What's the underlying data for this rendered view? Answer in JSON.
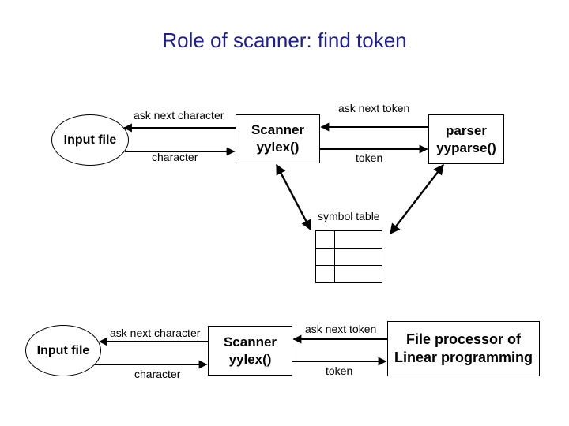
{
  "title": "Role of scanner: find token",
  "colors": {
    "title_text": "#1c1c9c",
    "diagram_lines": "#000000",
    "background": "#ffffff"
  },
  "top_diagram": {
    "input_file_label": "Input file",
    "scanner_box": {
      "line1": "Scanner",
      "line2": "yylex()"
    },
    "parser_box": {
      "line1": "parser",
      "line2": "yyparse()"
    },
    "labels": {
      "ask_next_character": "ask next character",
      "character": "character",
      "ask_next_token": "ask next token",
      "token": "token",
      "symbol_table": "symbol table"
    },
    "symbol_table_grid": {
      "rows": 3,
      "columns": 2
    }
  },
  "bottom_diagram": {
    "input_file_label": "Input file",
    "scanner_box": {
      "line1": "Scanner",
      "line2": "yylex()"
    },
    "processor_box": {
      "line1": "File processor of",
      "line2": "Linear programming"
    },
    "labels": {
      "ask_next_character": "ask next character",
      "character": "character",
      "ask_next_token": "ask next token",
      "token": "token"
    }
  }
}
